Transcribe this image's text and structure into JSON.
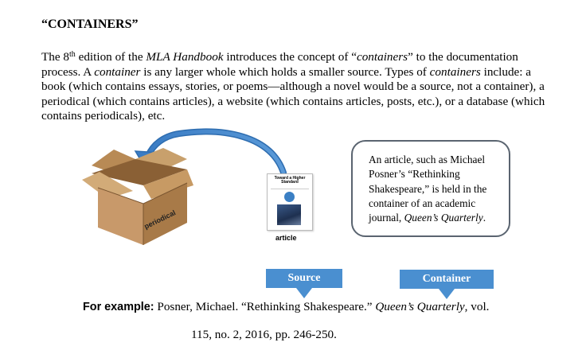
{
  "heading": "“CONTAINERS”",
  "paragraph": {
    "p1": "The 8",
    "p1_sup": "th",
    "p2": " edition of the ",
    "p3_italic": "MLA Handbook",
    "p4": " introduces the concept of “",
    "p5_italic": "containers",
    "p6": "” to the documentation process.  A ",
    "p7_italic": "container",
    "p8": " is any larger whole which holds a smaller source.  Types of ",
    "p9_italic": "containers",
    "p10": " include: a book (which contains essays, stories, or poems—although a novel would be a source, not a container), a periodical (which contains articles), a website (which contains articles, posts, etc.), or a database (which contains periodicals), etc."
  },
  "box_label": "periodical",
  "article": {
    "thumb_title": "Toward a Higher Standard",
    "label": "article"
  },
  "callout": {
    "c1": "An article, such as Michael Posner’s “Rethinking Shakespeare,” is held in the container of an academic journal, ",
    "c2_italic": "Queen’s Quarterly",
    "c3": "."
  },
  "labels": {
    "source": "Source",
    "container": "Container"
  },
  "example": {
    "label": "For example:",
    "e1": " Posner, Michael.  “Rethinking Shakespeare.”  ",
    "e2_italic": "Queen’s Quarterly",
    "e3": ", vol.",
    "line2": "115, no. 2, 2016, pp. 246-250."
  },
  "colors": {
    "accent_blue": "#4a8fd0",
    "box_brown": "#c49a66"
  }
}
